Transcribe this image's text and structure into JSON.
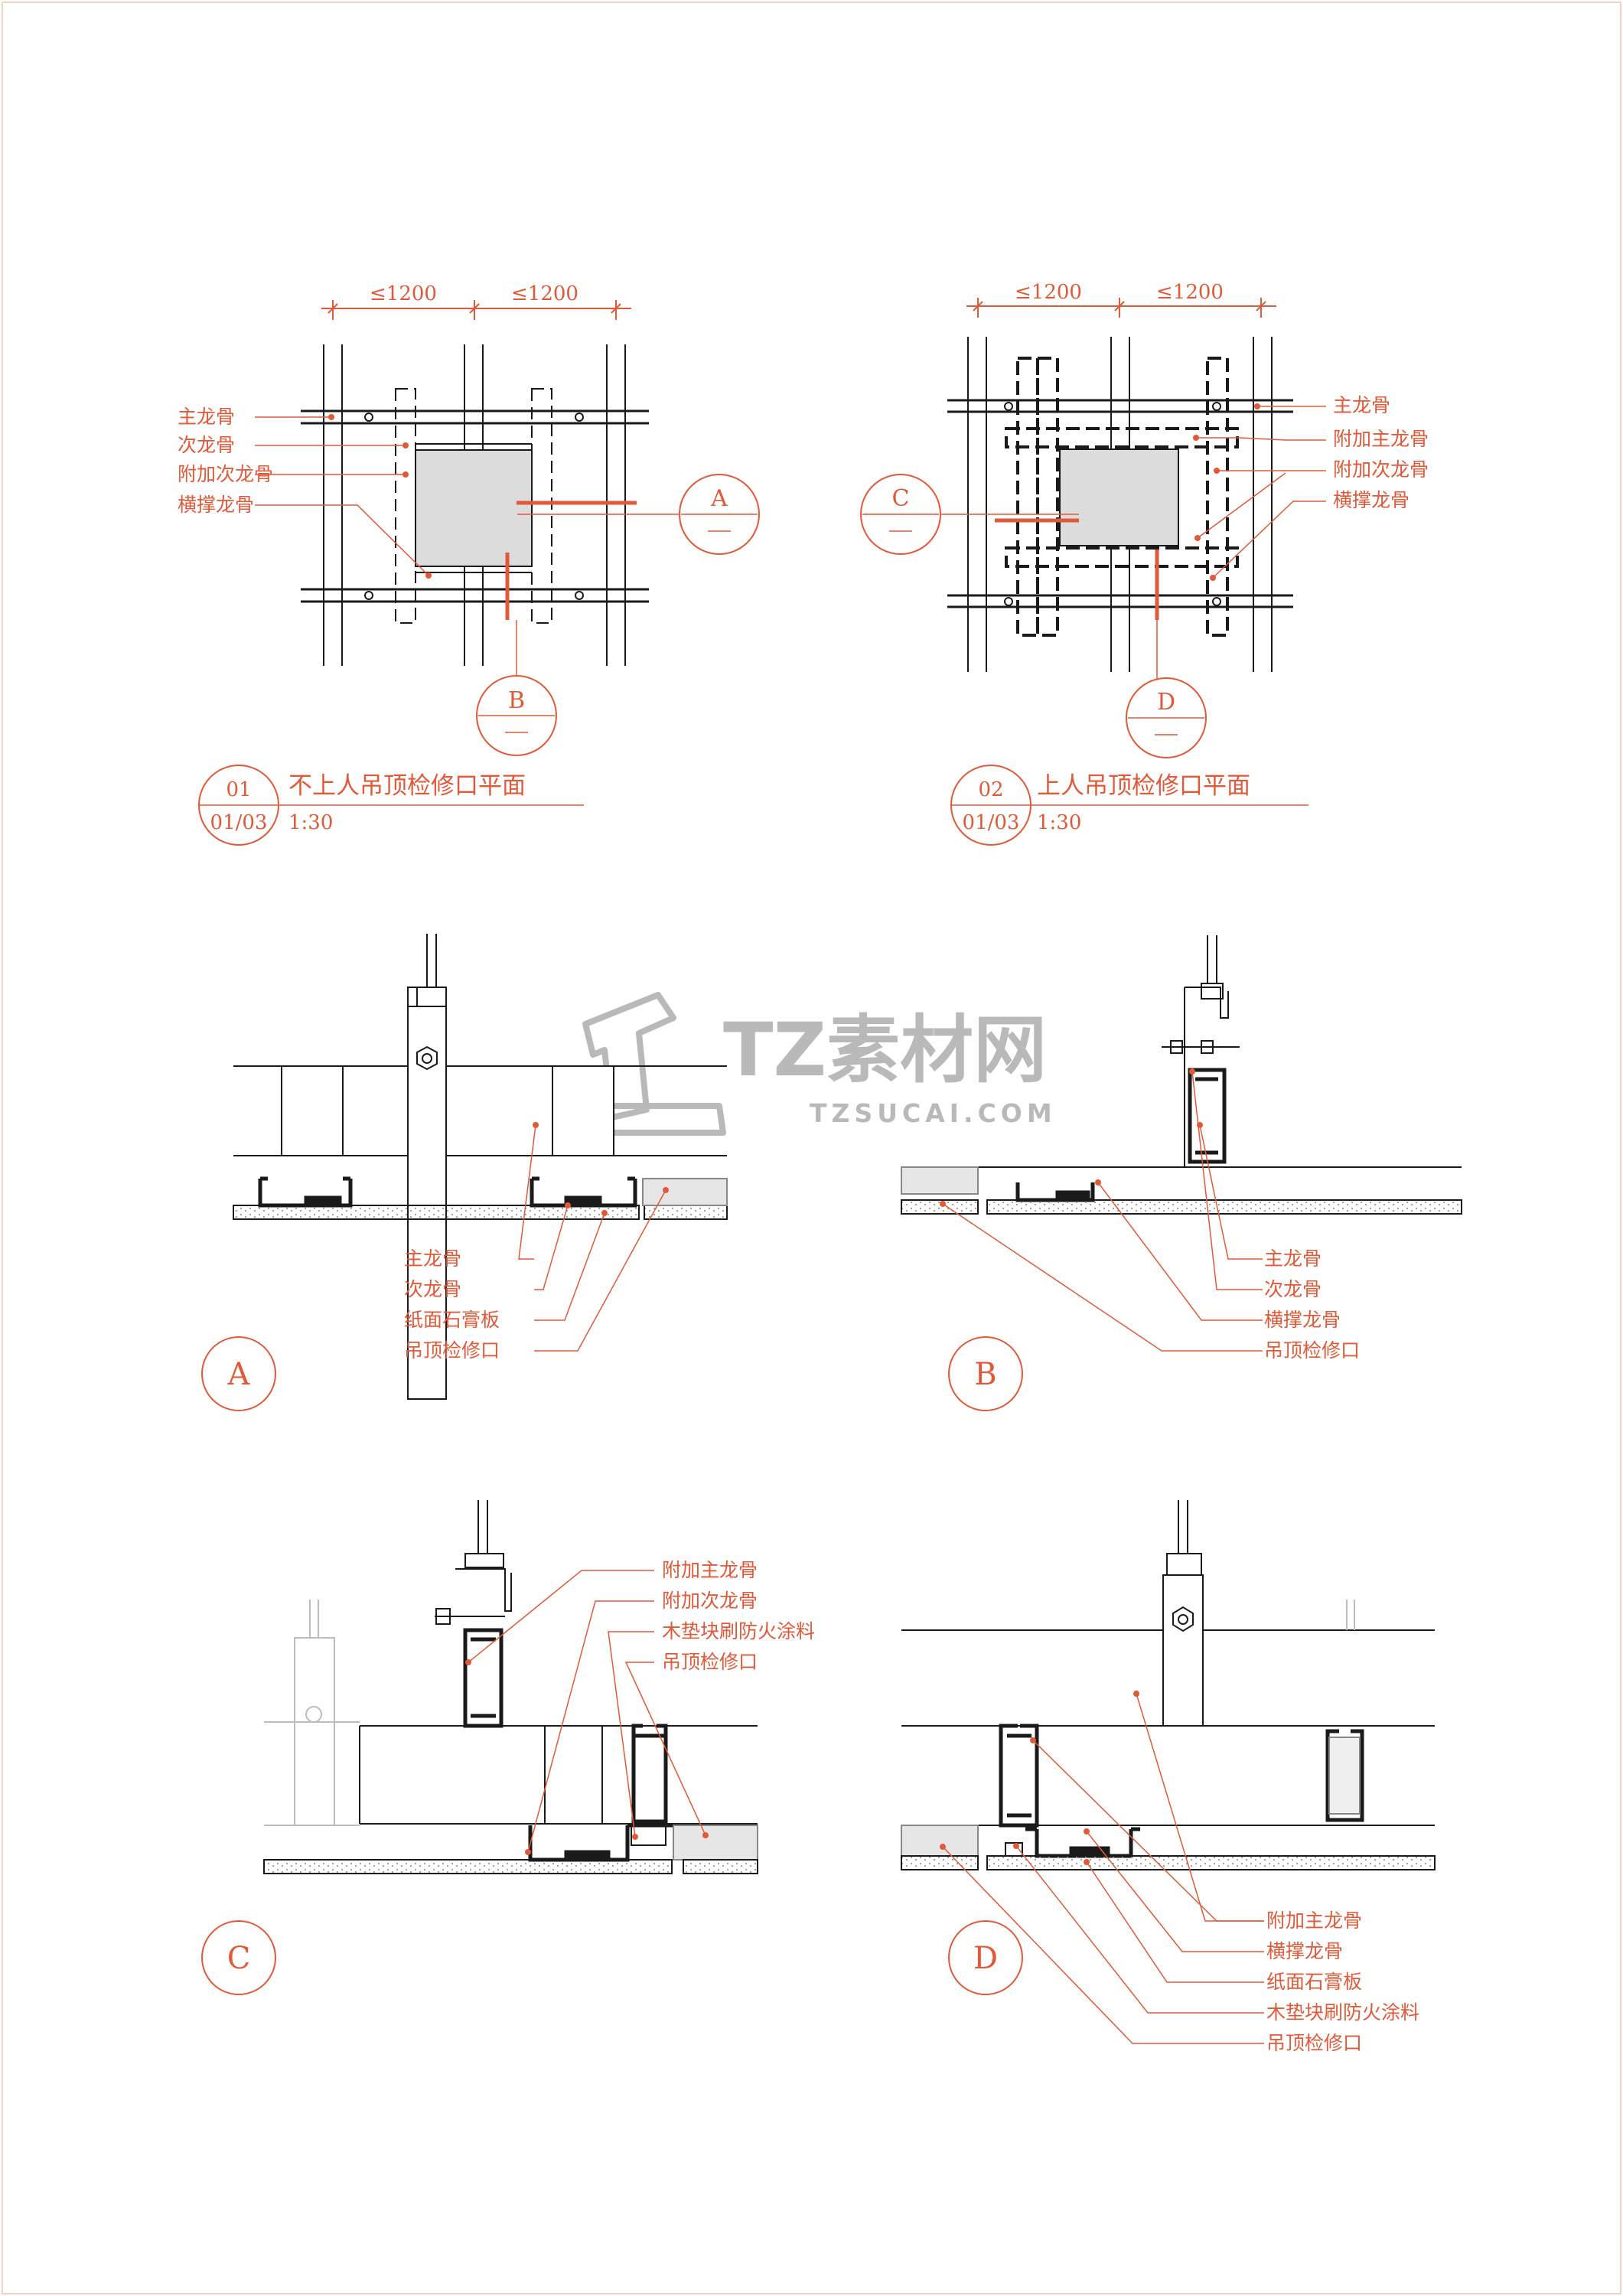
{
  "accent_color": "#e05a3a",
  "line_color": "#1a1a1a",
  "panel_fill": "#dcdcdc",
  "plan1": {
    "dim_left": "≤1200",
    "dim_right": "≤1200",
    "labels": [
      "主龙骨",
      "次龙骨",
      "附加次龙骨",
      "横撑龙骨"
    ],
    "callout_a": "A",
    "callout_b": "B",
    "title_num": "01",
    "title_sheet": "01/03",
    "title": "不上人吊顶检修口平面",
    "scale": "1:30"
  },
  "plan2": {
    "dim_left": "≤1200",
    "dim_right": "≤1200",
    "labels": [
      "主龙骨",
      "附加主龙骨",
      "附加次龙骨",
      "横撑龙骨"
    ],
    "callout_c": "C",
    "callout_d": "D",
    "title_num": "02",
    "title_sheet": "01/03",
    "title": "上人吊顶检修口平面",
    "scale": "1:30"
  },
  "watermark": {
    "brand": "TZ素材网",
    "url": "TZSUCAI.COM"
  },
  "section_a": {
    "bubble": "A",
    "labels": [
      "主龙骨",
      "次龙骨",
      "纸面石膏板",
      "吊顶检修口"
    ]
  },
  "section_b": {
    "bubble": "B",
    "labels": [
      "主龙骨",
      "次龙骨",
      "横撑龙骨",
      "吊顶检修口"
    ]
  },
  "section_c": {
    "bubble": "C",
    "labels": [
      "附加主龙骨",
      "附加次龙骨",
      "木垫块刷防火涂料",
      "吊顶检修口"
    ]
  },
  "section_d": {
    "bubble": "D",
    "labels": [
      "附加主龙骨",
      "横撑龙骨",
      "纸面石膏板",
      "木垫块刷防火涂料",
      "吊顶检修口"
    ]
  }
}
